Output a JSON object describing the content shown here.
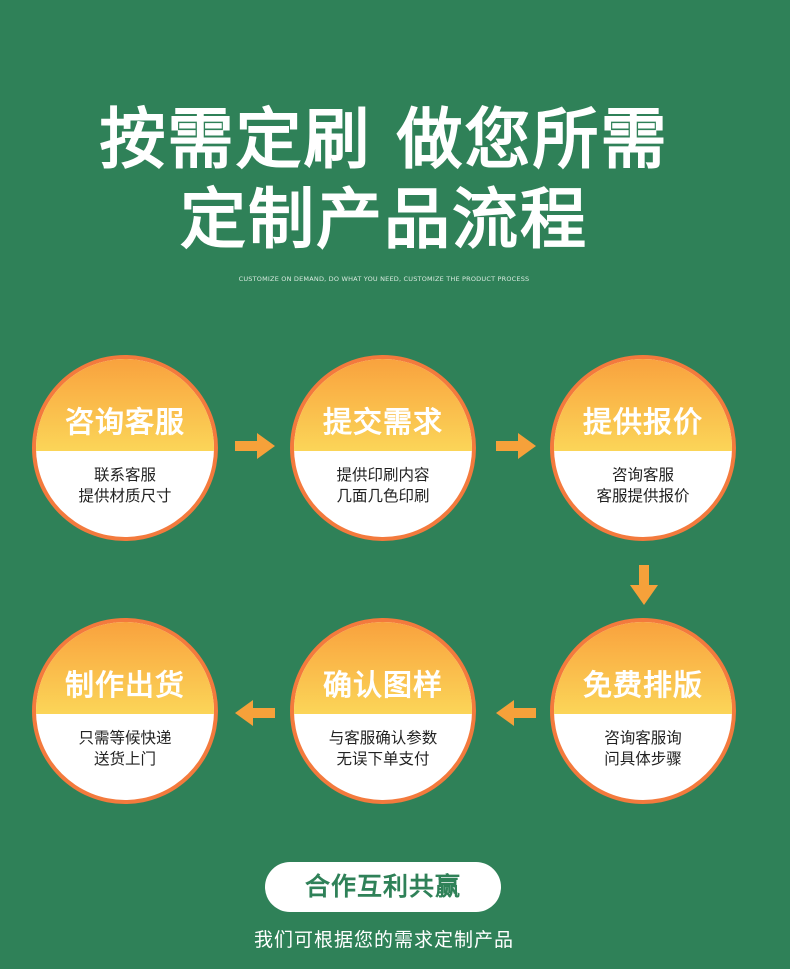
{
  "header": {
    "title_line1": "按需定刷 做您所需",
    "title_line2": "定制产品流程",
    "subtitle": "CUSTOMIZE ON DEMAND, DO WHAT YOU NEED, CUSTOMIZE THE PRODUCT PROCESS"
  },
  "steps": [
    {
      "title": "咨询客服",
      "line1": "联系客服",
      "line2": "提供材质尺寸"
    },
    {
      "title": "提交需求",
      "line1": "提供印刷内容",
      "line2": "几面几色印刷"
    },
    {
      "title": "提供报价",
      "line1": "咨询客服",
      "line2": "客服提供报价"
    },
    {
      "title": "免费排版",
      "line1": "咨询客服询",
      "line2": "问具体步骤"
    },
    {
      "title": "确认图样",
      "line1": "与客服确认参数",
      "line2": "无误下单支付"
    },
    {
      "title": "制作出货",
      "line1": "只需等候快递",
      "line2": "送货上门"
    }
  ],
  "footer": {
    "badge": "合作互利共赢",
    "tagline": "我们可根据您的需求定制产品"
  },
  "colors": {
    "background": "#2f8158",
    "ring": "#f37a3d",
    "gradient_top": "#f9a23e",
    "gradient_bottom": "#fbd558",
    "arrow": "#f6a13a"
  }
}
